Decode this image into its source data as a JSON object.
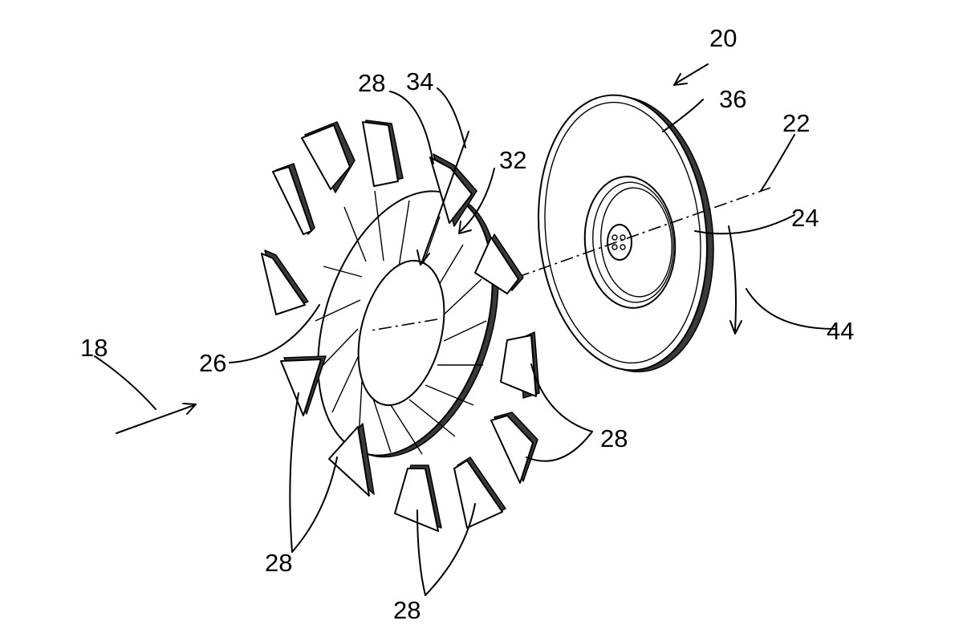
{
  "reference_numerals": {
    "n18": "18",
    "n20": "20",
    "n22": "22",
    "n24": "24",
    "n26": "26",
    "n28_top": "28",
    "n28_right": "28",
    "n28_bottom_left": "28",
    "n28_bottom": "28",
    "n32": "32",
    "n34": "34",
    "n36": "36",
    "n44": "44"
  },
  "colors": {
    "ink": "#000000",
    "paper": "#ffffff",
    "shade": "#3a3a3a"
  }
}
